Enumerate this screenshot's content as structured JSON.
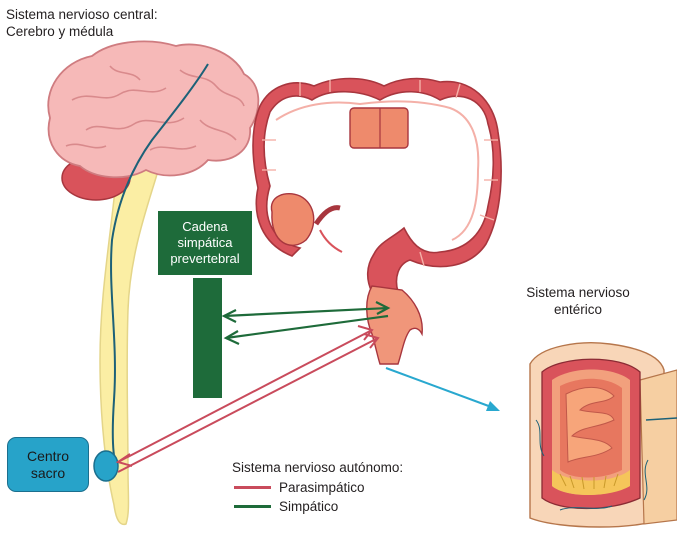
{
  "cns": {
    "title_line1": "Sistema nervioso central:",
    "title_line2": "Cerebro y médula"
  },
  "chain": {
    "line1": "Cadena",
    "line2": "simpática",
    "line3": "prevertebral"
  },
  "sacral_center": {
    "line1": "Centro",
    "line2": "sacro"
  },
  "enteric": {
    "line1": "Sistema nervioso",
    "line2": "entérico"
  },
  "legend": {
    "title": "Sistema nervioso autónomo:",
    "items": [
      {
        "label": "Parasimpático",
        "color": "#c94b5c"
      },
      {
        "label": "Simpático",
        "color": "#1e6b3a"
      }
    ]
  },
  "colors": {
    "brain": "#f6b9b8",
    "cerebellum": "#d9535b",
    "spinal_cord": "#fbeea4",
    "nerve": "#1c6178",
    "colon": "#d9535b",
    "colon_light": "#ee8a6c",
    "sympathetic_chain": "#1e6b3a",
    "parasympathetic": "#c94b5c",
    "pointer": "#29a8cf"
  },
  "icons": [
    "brain-illustration",
    "colon-illustration",
    "intestinal-wall-illustration"
  ]
}
